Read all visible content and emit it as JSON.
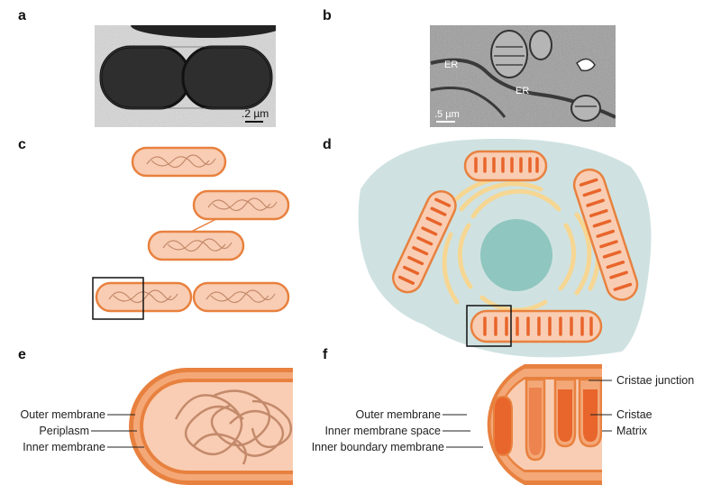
{
  "panels": {
    "a": "a",
    "b": "b",
    "c": "c",
    "d": "d",
    "e": "e",
    "f": "f"
  },
  "micrograph_a": {
    "scale_bar": ".2 µm"
  },
  "micrograph_b": {
    "er_label_1": "ER",
    "er_label_2": "ER",
    "scale_bar": ".5 µm"
  },
  "bacterium_detail": {
    "outer_membrane": "Outer membrane",
    "periplasm": "Periplasm",
    "inner_membrane": "Inner membrane"
  },
  "mitochondrion_detail": {
    "outer_membrane": "Outer membrane",
    "inner_membrane_space": "Inner membrane space",
    "inner_boundary_membrane": "Inner boundary membrane",
    "cristae_junction": "Cristae junction",
    "cristae": "Cristae",
    "matrix": "Matrix"
  },
  "colors": {
    "membrane": "#e8813f",
    "cytoplasm": "#f9cdb3",
    "periplasm": "#f4a878",
    "dna": "#c48a6c",
    "cell_bg": "#cfe2e1",
    "nucleus": "#8fc6bf",
    "er": "#f6d693",
    "cristae": "#e8652b"
  }
}
